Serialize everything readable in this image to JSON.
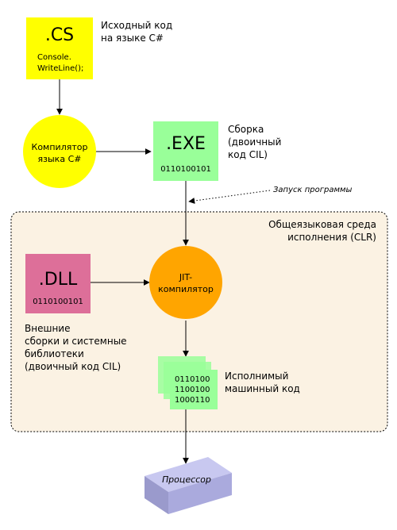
{
  "source": {
    "ext": ".CS",
    "code_line1": "Console.",
    "code_line2": "WriteLine();",
    "caption_line1": "Исходный код",
    "caption_line2": "на языке C#"
  },
  "compiler": {
    "line1": "Компилятор",
    "line2": "языка C#"
  },
  "assembly": {
    "ext": ".EXE",
    "bits": "0110100101",
    "caption_line1": "Сборка",
    "caption_line2": "(двоичный",
    "caption_line3": "код CIL)"
  },
  "launch_label": "Запуск программы",
  "clr": {
    "title_line1": "Общеязыковая среда",
    "title_line2": "исполнения (CLR)"
  },
  "dll": {
    "ext": ".DLL",
    "bits": "0110100101",
    "caption_line1": "Внешние",
    "caption_line2": "сборки и системные",
    "caption_line3": "библиотеки",
    "caption_line4": "(двоичный код CIL)"
  },
  "jit": {
    "line1": "JIT-",
    "line2": "компилятор"
  },
  "machine": {
    "line1": "0110100",
    "line2": "1100100",
    "line3": "1000110",
    "caption_line1": "Исполнимый",
    "caption_line2": "машинный код"
  },
  "cpu": {
    "label": "Процессор"
  },
  "colors": {
    "yellow": "#ffff00",
    "green": "#99ff99",
    "orange": "#ffa500",
    "pink": "#dd6f99",
    "clr_bg": "#fbf2e3",
    "cpu_top": "#c8c8f0",
    "cpu_front": "#aaaadd"
  }
}
